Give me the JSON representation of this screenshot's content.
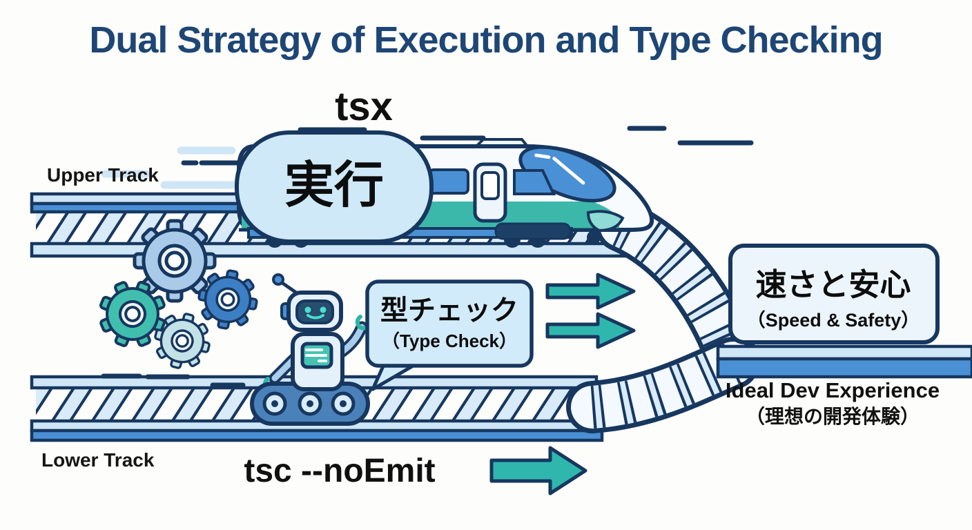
{
  "title": "Dual Strategy of Execution and Type Checking",
  "upper_track": {
    "label": "Upper Track",
    "tool": "tsx",
    "train_badge": "実行"
  },
  "lower_track": {
    "label": "Lower Track",
    "tool": "tsc --noEmit"
  },
  "type_check_bubble": {
    "jp": "型チェック",
    "en": "（Type Check）"
  },
  "result_box": {
    "jp": "速さと安心",
    "en": "（Speed & Safety）"
  },
  "ideal_caption": {
    "en": "Ideal Dev Experience",
    "jp": "（理想の開発体験）"
  },
  "icons": {
    "train": "bullet-train-icon",
    "robot": "robot-icon",
    "gear": "gear-icon",
    "arrow": "arrow-right-icon",
    "track": "railway-track"
  },
  "colors": {
    "outline_navy": "#17375F",
    "title_navy": "#1E4675",
    "rail_blue": "#4A90D5",
    "light_blue": "#CFE6F7",
    "teal": "#2FB7AE",
    "train_stripe_teal": "#3CB8AB",
    "bubble_blue": "#D2EBFA",
    "box_fill": "#ECF5FC"
  }
}
